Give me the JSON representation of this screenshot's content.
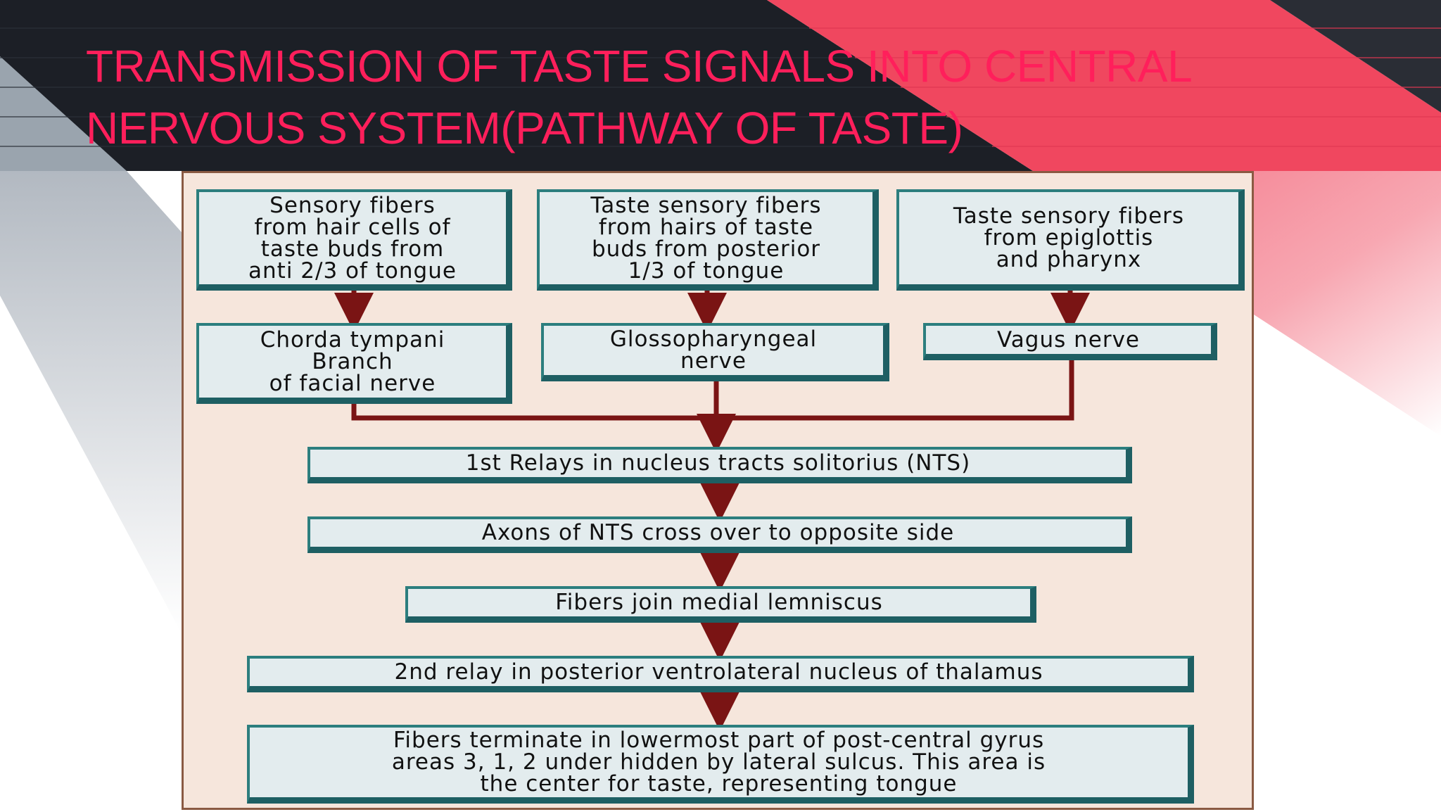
{
  "slide": {
    "title_line_1": "TRANSMISSION OF TASTE SIGNALS INTO CENTRAL",
    "title_line_2": "NERVOUS SYSTEM(PATHWAY OF TASTE)"
  },
  "colors": {
    "title": "#ff1f5b",
    "dark_band": "#1c1f26",
    "red_band": "#f0475f",
    "box_fill": "#e3ecee",
    "box_border": "#1e5f63",
    "arrow": "#7a1414",
    "figure_bg": "#f6e6dc"
  },
  "flowchart": {
    "sources": [
      "Sensory fibers\nfrom hair cells of\ntaste buds from\nanti 2/3 of tongue",
      "Taste sensory fibers\nfrom hairs of taste\nbuds from posterior\n1/3 of tongue",
      "Taste sensory fibers\nfrom epiglottis\nand pharynx"
    ],
    "nerves": [
      "Chorda tympani\nBranch\nof facial nerve",
      "Glossopharyngeal\nnerve",
      "Vagus nerve"
    ],
    "steps": [
      "1st Relays in nucleus tracts solitorius (NTS)",
      "Axons of NTS cross over to opposite side",
      "Fibers join medial lemniscus",
      "2nd relay in posterior ventrolateral nucleus of thalamus",
      "Fibers terminate in lowermost part of post-central gyrus\nareas 3, 1, 2 under hidden by lateral sulcus. This area is\nthe center for taste, representing tongue"
    ]
  }
}
